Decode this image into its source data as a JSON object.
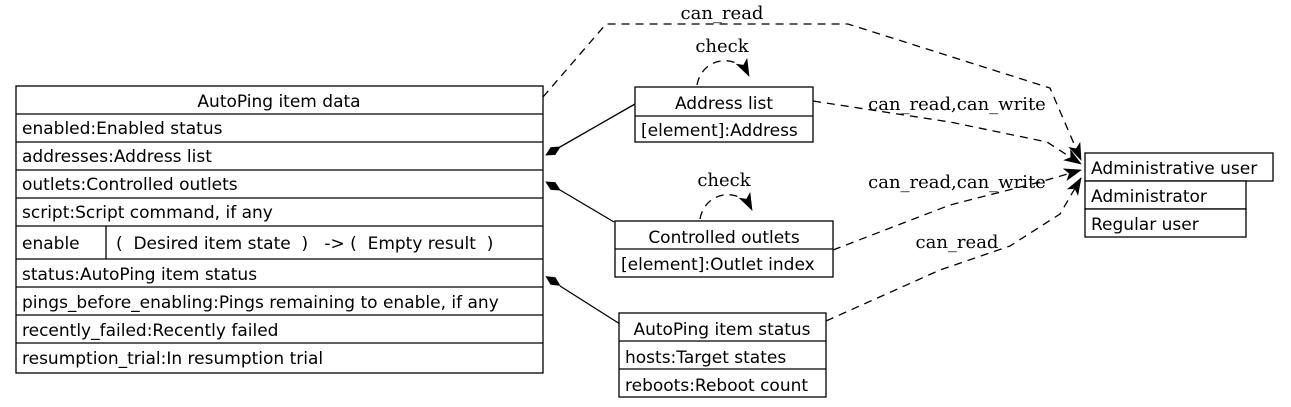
{
  "colors": {
    "foreground": "#000000",
    "background": "#ffffff"
  },
  "main_table": {
    "title": "AutoPing item data",
    "rows": [
      "enabled:Enabled status",
      "addresses:Address list",
      "outlets:Controlled outlets",
      "script:Script command, if any"
    ],
    "method": {
      "name": "enable",
      "signature": "(  Desired item state  )   -> (  Empty result  )"
    },
    "status_rows": [
      "status:AutoPing item status",
      "pings_before_enabling:Pings remaining to enable, if any",
      "recently_failed:Recently failed",
      "resumption_trial:In resumption trial"
    ]
  },
  "address_list": {
    "title": "Address list",
    "rows": [
      "[element]:Address"
    ]
  },
  "controlled_outlets": {
    "title": "Controlled outlets",
    "rows": [
      "[element]:Outlet index"
    ]
  },
  "autoping_status": {
    "title": "AutoPing item status",
    "rows": [
      "hosts:Target states",
      "reboots:Reboot count"
    ]
  },
  "admin_user": {
    "title": "Administrative user",
    "rows": [
      "Administrator",
      "Regular user"
    ]
  },
  "edge_labels": {
    "main_to_admin": "can_read",
    "address_self": "check",
    "address_to_admin": "can_read,can_write",
    "outlets_self": "check",
    "outlets_to_admin": "can_read,can_write",
    "status_to_admin": "can_read"
  }
}
